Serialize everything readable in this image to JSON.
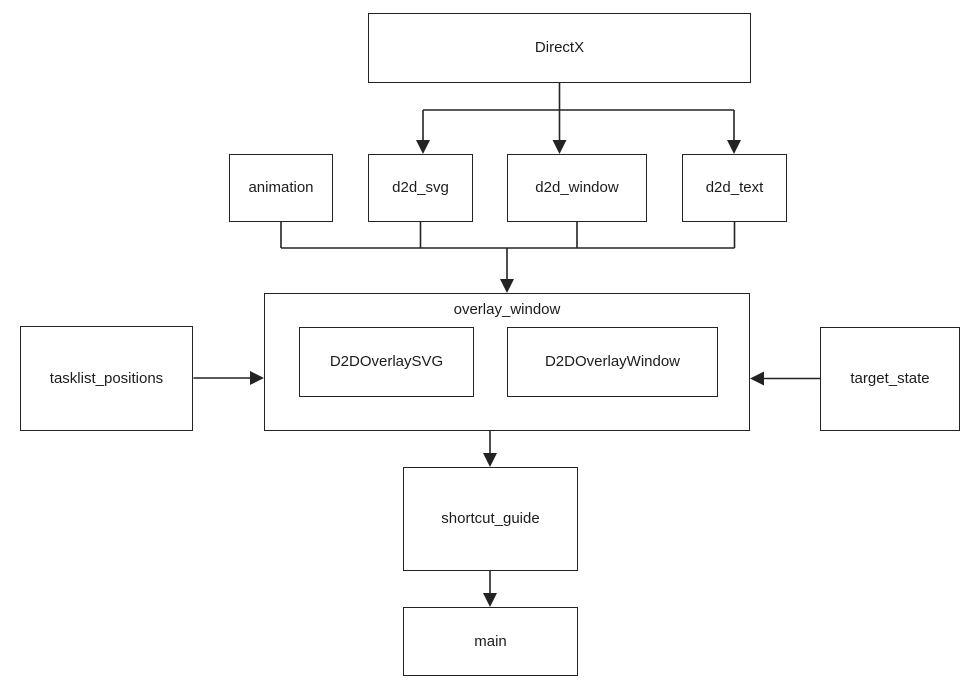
{
  "diagram": {
    "type": "module-dependency-flowchart",
    "background_color": "#ffffff",
    "line_color": "#232323",
    "box_border_color": "#232323",
    "box_fill_color": "#ffffff",
    "text_color": "#1c1c1c",
    "nodes": {
      "directx": {
        "label": "DirectX"
      },
      "animation": {
        "label": "animation"
      },
      "d2d_svg": {
        "label": "d2d_svg"
      },
      "d2d_window": {
        "label": "d2d_window"
      },
      "d2d_text": {
        "label": "d2d_text"
      },
      "overlay_window": {
        "label": "overlay_window"
      },
      "d2d_overlay_svg": {
        "label": "D2DOverlaySVG",
        "parent": "overlay_window"
      },
      "d2d_overlay_window": {
        "label": "D2DOverlayWindow",
        "parent": "overlay_window"
      },
      "tasklist_positions": {
        "label": "tasklist_positions"
      },
      "target_state": {
        "label": "target_state"
      },
      "shortcut_guide": {
        "label": "shortcut_guide"
      },
      "main": {
        "label": "main"
      }
    },
    "edges": [
      {
        "from": "DirectX",
        "to": "d2d_svg"
      },
      {
        "from": "DirectX",
        "to": "d2d_window"
      },
      {
        "from": "DirectX",
        "to": "d2d_text"
      },
      {
        "from": "animation",
        "to": "overlay_window"
      },
      {
        "from": "d2d_svg",
        "to": "overlay_window"
      },
      {
        "from": "d2d_window",
        "to": "overlay_window"
      },
      {
        "from": "d2d_text",
        "to": "overlay_window"
      },
      {
        "from": "tasklist_positions",
        "to": "overlay_window"
      },
      {
        "from": "target_state",
        "to": "overlay_window"
      },
      {
        "from": "overlay_window",
        "to": "shortcut_guide"
      },
      {
        "from": "shortcut_guide",
        "to": "main"
      }
    ]
  }
}
